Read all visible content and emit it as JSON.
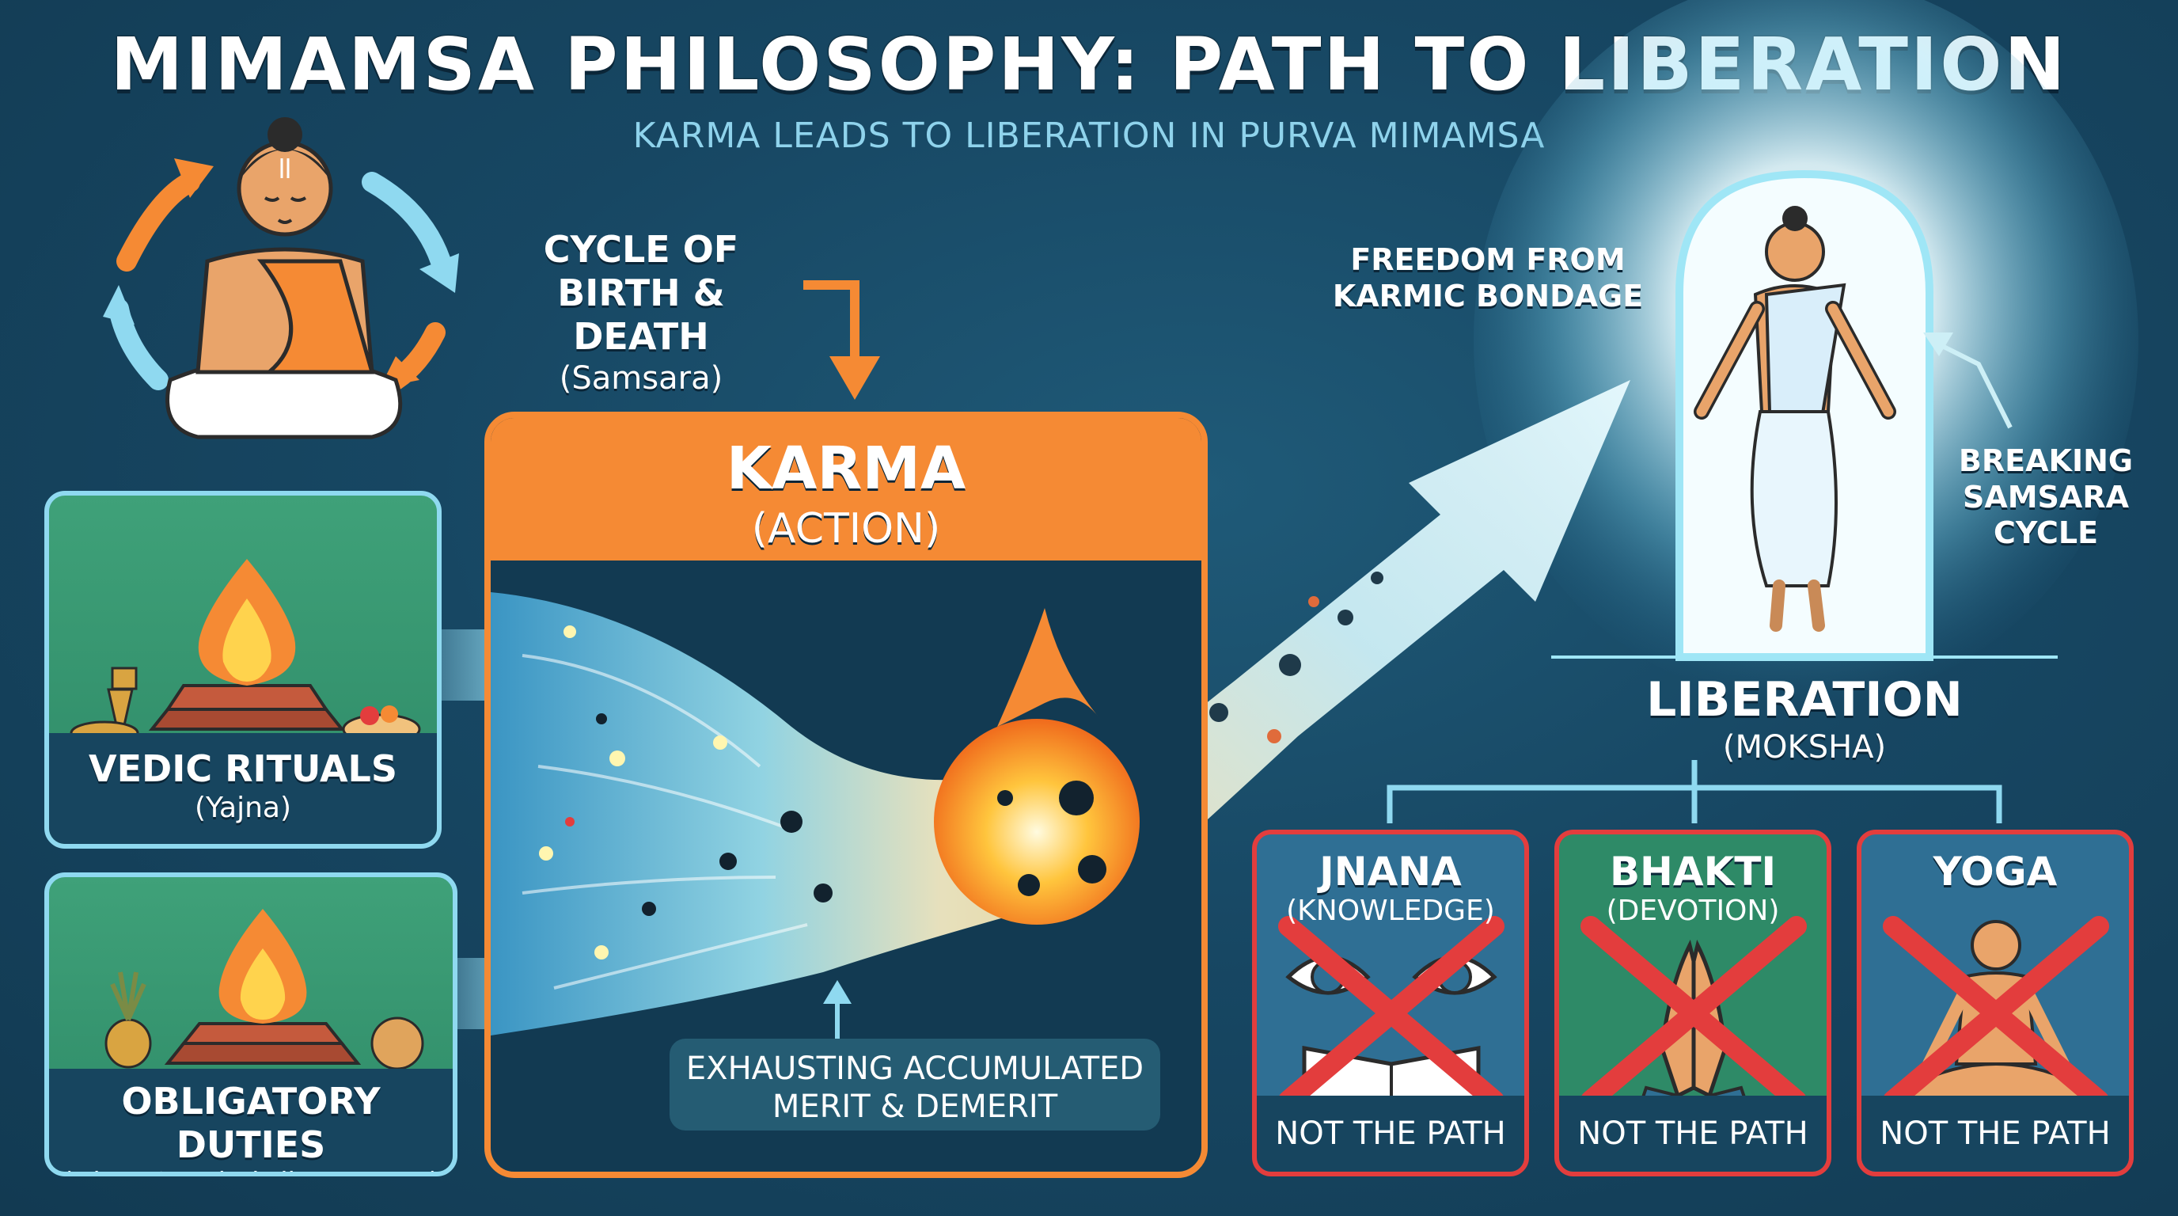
{
  "title": "MIMAMSA PHILOSOPHY: PATH TO LIBERATION",
  "subtitle": "KARMA LEADS TO LIBERATION IN PURVA MIMAMSA",
  "cycle": {
    "line1": "CYCLE OF",
    "line2": "BIRTH & DEATH",
    "sub": "(Samsara)"
  },
  "vedic": {
    "title": "VEDIC RITUALS",
    "sub": "(Yajna)"
  },
  "duties": {
    "title": "OBLIGATORY DUTIES",
    "sub": "(Nitya & Naimittika Karmas)"
  },
  "karma": {
    "title": "KARMA",
    "sub": "(ACTION)"
  },
  "merit": {
    "line1": "EXHAUSTING ACCUMULATED",
    "line2": "MERIT & DEMERIT"
  },
  "freedom": {
    "line1": "FREEDOM FROM",
    "line2": "KARMIC BONDAGE"
  },
  "breaking": {
    "line1": "BREAKING",
    "line2": "SAMSARA",
    "line3": "CYCLE"
  },
  "liberation": {
    "title": "LIBERATION",
    "sub": "(MOKSHA)"
  },
  "paths": [
    {
      "name": "JNANA",
      "sub": "(KNOWLEDGE)",
      "footer": "NOT THE PATH",
      "bg": "#2f6f94"
    },
    {
      "name": "BHAKTI",
      "sub": "(DEVOTION)",
      "footer": "NOT THE PATH",
      "bg": "#2e8a67"
    },
    {
      "name": "YOGA",
      "sub": "",
      "footer": "NOT THE PATH",
      "bg": "#2f6f94"
    }
  ],
  "colors": {
    "accent_orange": "#f58a34",
    "accent_cyan": "#8fd9f0",
    "cross_red": "#e33d3d"
  }
}
